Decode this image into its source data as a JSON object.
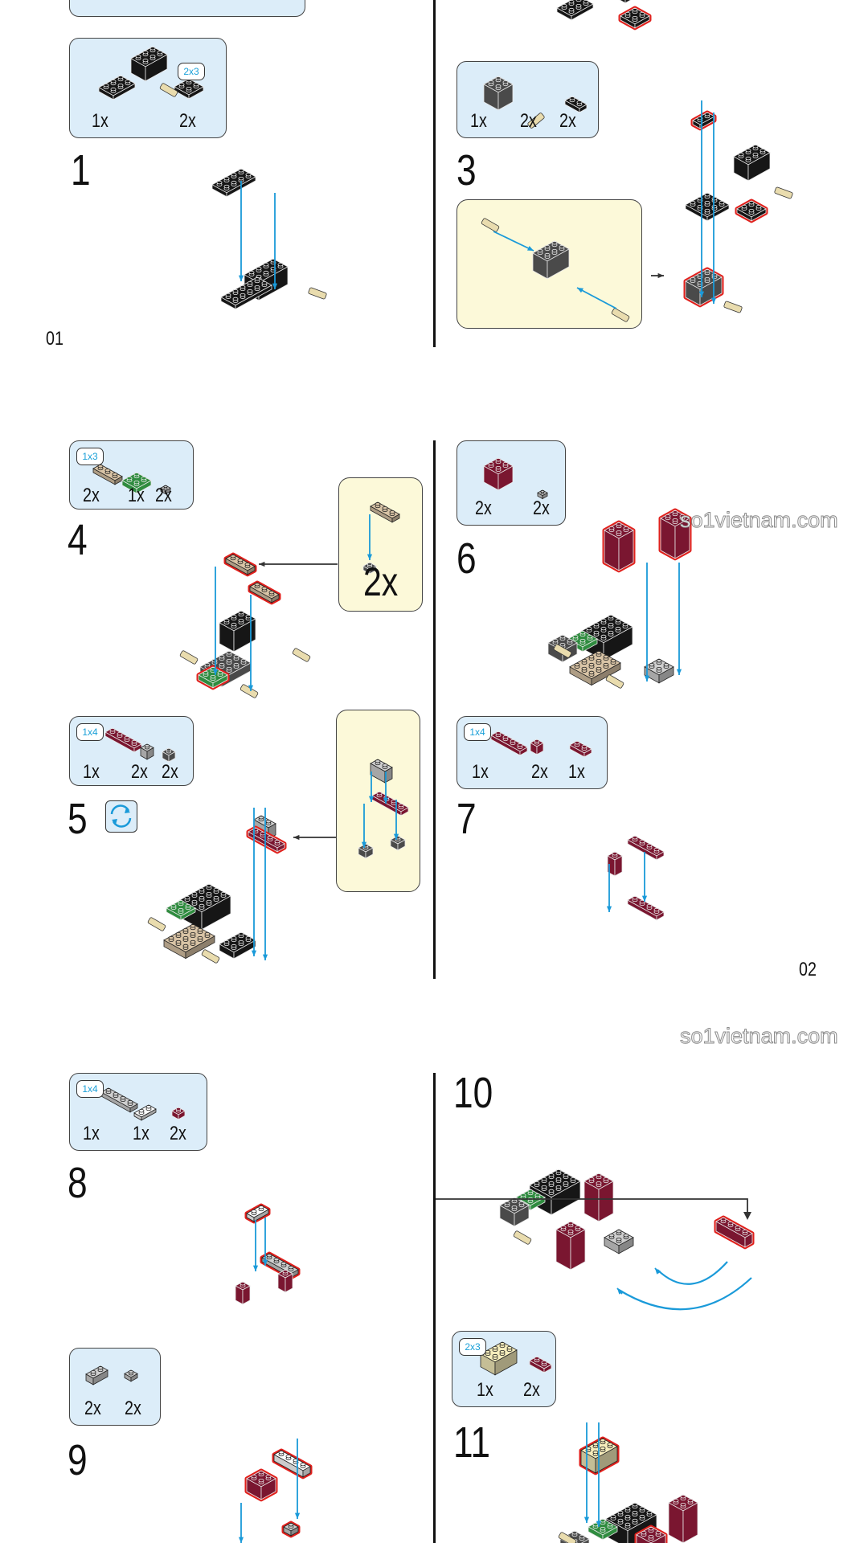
{
  "page1": {
    "step0_parts": {
      "qty": []
    },
    "step1": {
      "number": "1",
      "parts": {
        "badge": "2x3",
        "qty": [
          "1x",
          "2x"
        ]
      }
    },
    "step3": {
      "number": "3",
      "parts": {
        "qty": [
          "1x",
          "2x",
          "2x"
        ]
      }
    },
    "page_number": "01"
  },
  "page2": {
    "step4": {
      "number": "4",
      "parts": {
        "badge": "1x3",
        "qty": [
          "2x",
          "1x",
          "2x"
        ]
      },
      "callout_qty": "2x"
    },
    "step5": {
      "number": "5",
      "parts": {
        "badge": "1x4",
        "qty": [
          "1x",
          "2x",
          "2x"
        ]
      },
      "icon": "rotate-model-icon"
    },
    "step6": {
      "number": "6",
      "parts": {
        "qty": [
          "2x",
          "2x"
        ]
      }
    },
    "step7": {
      "number": "7",
      "parts": {
        "badge": "1x4",
        "qty": [
          "1x",
          "2x",
          "1x"
        ]
      }
    },
    "page_number": "02"
  },
  "page3": {
    "step8": {
      "number": "8",
      "parts": {
        "badge": "1x4",
        "qty": [
          "1x",
          "1x",
          "2x"
        ]
      }
    },
    "step9": {
      "number": "9",
      "parts": {
        "qty": [
          "2x",
          "2x"
        ]
      }
    },
    "step10": {
      "number": "10"
    },
    "step11": {
      "number": "11",
      "parts": {
        "badge": "2x3",
        "qty": [
          "1x",
          "2x"
        ]
      }
    }
  },
  "watermarks": [
    "so1vietnam.com",
    "so1vietnam.com"
  ],
  "colors": {
    "parts_bg": "#dcedf9",
    "callout_bg": "#fcf9d9",
    "arrow": "#1a9ad9",
    "highlight": "#e0201c",
    "maroon": "#7a1630"
  }
}
